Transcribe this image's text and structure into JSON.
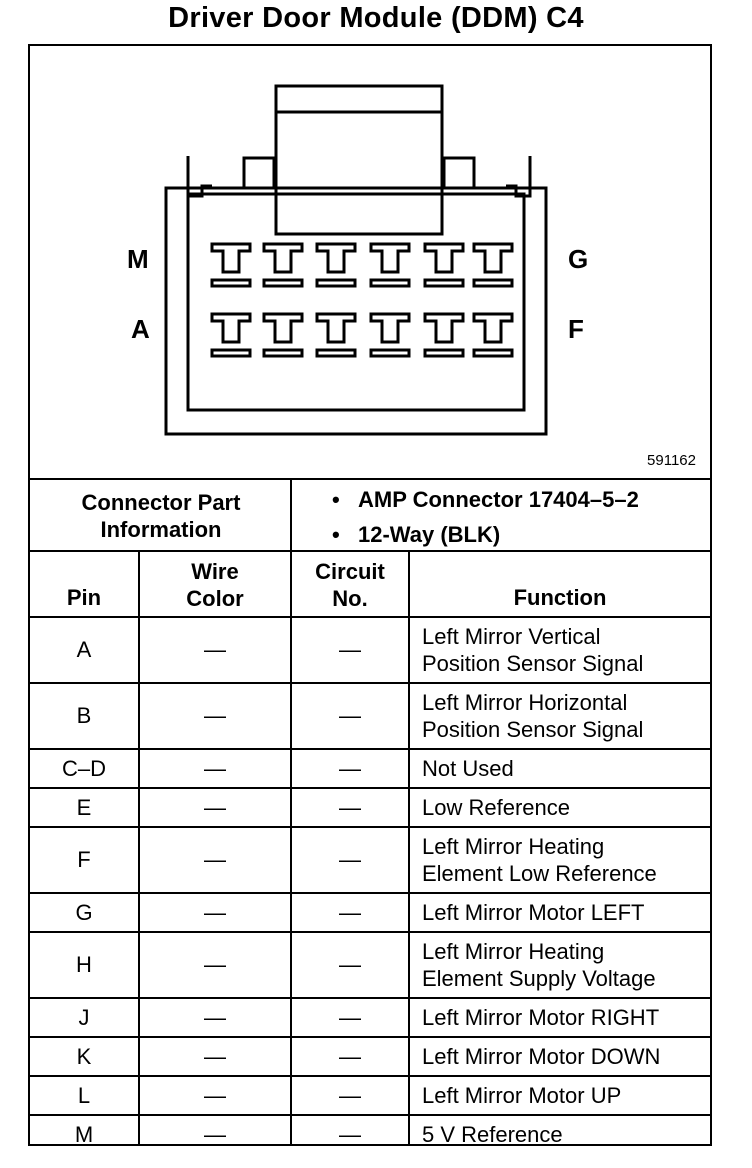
{
  "title": "Driver Door Module (DDM) C4",
  "diagram": {
    "labels": {
      "top_left": "M",
      "bottom_left": "A",
      "top_right": "G",
      "bottom_right": "F"
    },
    "figure_number": "591162"
  },
  "connector_info": {
    "label_line1": "Connector Part",
    "label_line2": "Information",
    "items": [
      "AMP Connector 17404–5–2",
      "12-Way (BLK)"
    ],
    "bullet": "•"
  },
  "table": {
    "headers": {
      "pin": "Pin",
      "wire_color_line1": "Wire",
      "wire_color_line2": "Color",
      "circuit_line1": "Circuit",
      "circuit_line2": "No.",
      "function": "Function"
    },
    "rows": [
      {
        "pin": "A",
        "wire": "—",
        "circuit": "—",
        "function": [
          "Left Mirror Vertical",
          "Position Sensor Signal"
        ]
      },
      {
        "pin": "B",
        "wire": "—",
        "circuit": "—",
        "function": [
          "Left Mirror Horizontal",
          "Position Sensor Signal"
        ]
      },
      {
        "pin": "C–D",
        "wire": "—",
        "circuit": "—",
        "function": [
          "Not Used"
        ]
      },
      {
        "pin": "E",
        "wire": "—",
        "circuit": "—",
        "function": [
          "Low Reference"
        ]
      },
      {
        "pin": "F",
        "wire": "—",
        "circuit": "—",
        "function": [
          "Left Mirror Heating",
          "Element Low Reference"
        ]
      },
      {
        "pin": "G",
        "wire": "—",
        "circuit": "—",
        "function": [
          "Left Mirror Motor LEFT"
        ]
      },
      {
        "pin": "H",
        "wire": "—",
        "circuit": "—",
        "function": [
          "Left Mirror Heating",
          "Element Supply Voltage"
        ]
      },
      {
        "pin": "J",
        "wire": "—",
        "circuit": "—",
        "function": [
          "Left Mirror Motor RIGHT"
        ]
      },
      {
        "pin": "K",
        "wire": "—",
        "circuit": "—",
        "function": [
          "Left Mirror Motor DOWN"
        ]
      },
      {
        "pin": "L",
        "wire": "—",
        "circuit": "—",
        "function": [
          "Left Mirror Motor UP"
        ]
      },
      {
        "pin": "M",
        "wire": "—",
        "circuit": "—",
        "function": [
          "5 V Reference"
        ]
      }
    ]
  }
}
